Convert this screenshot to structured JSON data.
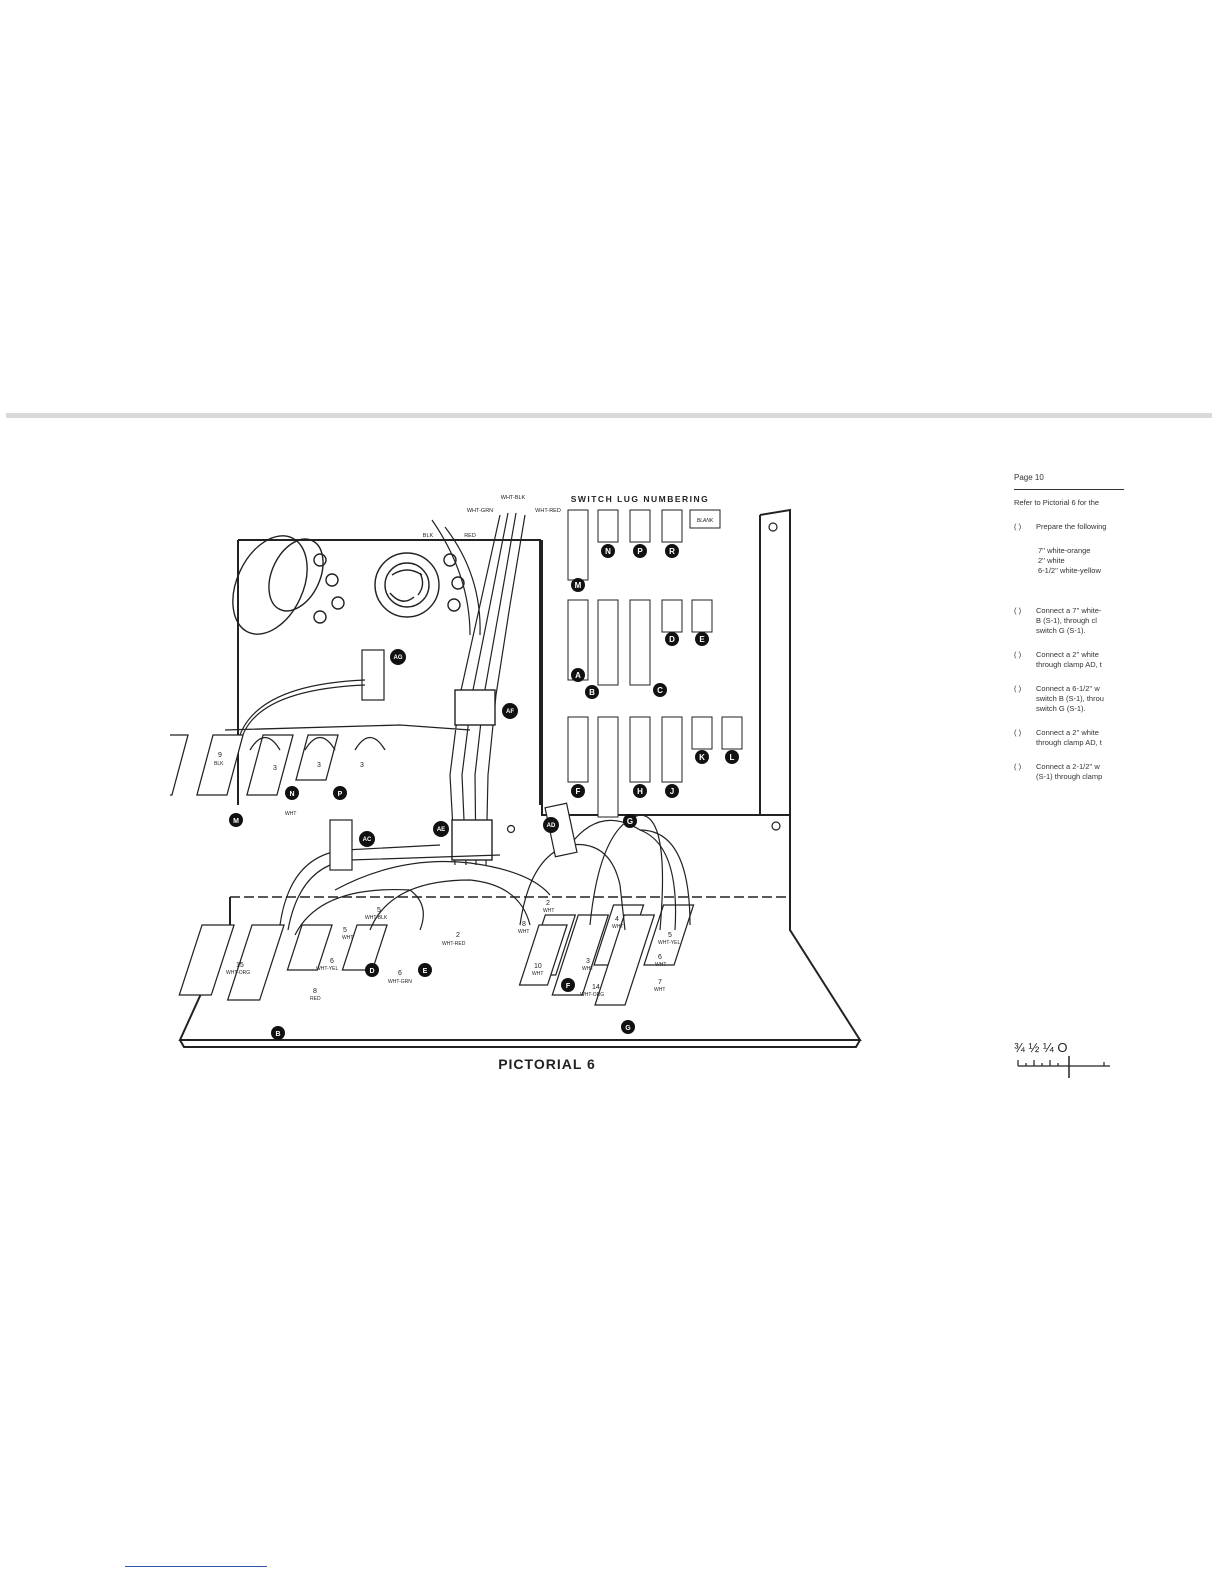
{
  "diagram": {
    "caption": "PICTORIAL 6",
    "switch_lug_title": "SWITCH LUG NUMBERING",
    "blank_label": "BLANK",
    "switch_letters_upper": [
      "M",
      "N",
      "P",
      "R"
    ],
    "switch_letters_mid": [
      "A",
      "B",
      "C",
      "D",
      "E"
    ],
    "switch_letters_low": [
      "F",
      "G",
      "H",
      "J",
      "K",
      "L"
    ],
    "clamps": [
      "AG",
      "AF",
      "AC",
      "AE",
      "AD"
    ],
    "wire_labels_top": [
      "WHT-BLK",
      "WHT-GRN",
      "WHT-RED",
      "BLK",
      "RED"
    ],
    "upper_row": {
      "n9": "9",
      "blk": "BLK",
      "n3a": "3",
      "n3b": "3",
      "n3c": "3",
      "wht": "WHT",
      "sw_m": "M",
      "sw_n": "N",
      "sw_p": "P"
    },
    "lower_left": {
      "n15": "15",
      "wht_org": "WHT-ORG",
      "n6": "6",
      "wht_yel": "WHT-YEL",
      "n8": "8",
      "red": "RED",
      "n5a": "5",
      "wht_blk": "WHT-BLK",
      "n5b": "5",
      "wht": "WHT",
      "n6b": "6",
      "wht_grn": "WHT-GRN",
      "n2": "2",
      "wht_red": "WHT-RED",
      "sw_b": "B",
      "sw_d": "D",
      "sw_e": "E"
    },
    "lower_right": {
      "n2": "2",
      "wht_a": "WHT",
      "n8": "8",
      "wht_b": "WHT",
      "n10": "10",
      "wht_c": "WHT",
      "n3": "3",
      "wht_d": "WHT",
      "n4": "4",
      "wht_e": "WHT",
      "n14": "14",
      "wht_org": "WHT-ORG",
      "n5": "5",
      "wht_yel": "WHT-YEL",
      "n6": "6",
      "wht_f": "WHT",
      "n7": "7",
      "wht_g": "WHT",
      "sw_f": "F",
      "sw_g": "G"
    }
  },
  "right_page": {
    "page_label": "Page 10",
    "intro": "Refer to Pictorial 6 for the",
    "step_box": "( )",
    "prepare": "Prepare the following",
    "lengths": [
      "7'' white-orange",
      "2'' white",
      "6-1/2'' white-yellow"
    ],
    "steps": [
      [
        "Connect a 7'' white-",
        "B (S-1), through cl",
        "switch G (S-1)."
      ],
      [
        "Connect a 2'' white",
        "through clamp AD, t"
      ],
      [
        "Connect a 6-1/2'' w",
        "switch B (S-1), throu",
        "switch G (S-1)."
      ],
      [
        "Connect a 2'' white",
        "through clamp AD, t"
      ],
      [
        "Connect a 2-1/2'' w",
        "(S-1) through clamp"
      ]
    ]
  },
  "scale": {
    "label": "¾ ½ ¼ O"
  }
}
